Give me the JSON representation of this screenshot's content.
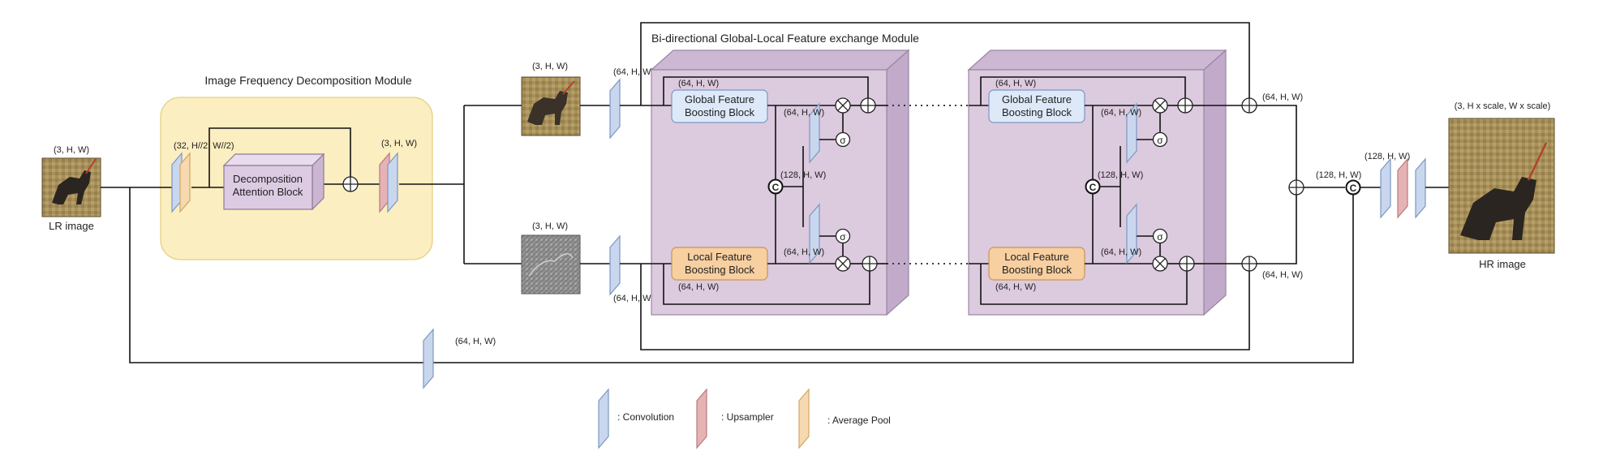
{
  "labels": {
    "lr_dim": "(3, H, W)",
    "lr_caption": "LR image",
    "ifd_title": "Image Frequency Decomposition Module",
    "ifd_dim_in": "(32, H//2, W//2)",
    "ifd_dim_out": "(3, H, W)",
    "dab_line1": "Decomposition",
    "dab_line2": "Attention Block",
    "img_top_dim": "(3, H, W)",
    "img_bottom_dim": "(3, H, W)",
    "conv_top_dim": "(64, H, W)",
    "conv_bottom_dim": "(64, H, W)",
    "bglf_title": "Bi-directional Global-Local Feature exchange Module",
    "gfbb_line1": "Global Feature",
    "gfbb_line2": "Boosting Block",
    "lfbb_line1": "Local Feature",
    "lfbb_line2": "Boosting Block",
    "d64": "(64, H, W)",
    "d128": "(128, H, W)",
    "sigma": "σ",
    "concat": "C",
    "out_top_dim": "(64, H, W)",
    "out_bottom_dim": "(64, H, W)",
    "skip_dim": "(64, H, W)",
    "cat_dim": "(128, H, W)",
    "head_dim": "(128, H, W)",
    "hr_dim": "(3, H x scale, W x scale)",
    "hr_caption": "HR image"
  },
  "legend": {
    "conv": ": Convolution",
    "up": ": Upsampler",
    "pool": ": Average Pool"
  },
  "colors": {
    "conv": "#c9d7ee",
    "upsampler": "#e6b3b5",
    "avgpool": "#f6d9b0",
    "ifd_bg": "#fbeec0",
    "module_bg": "#dcc9df",
    "gfbb_fill": "#dde9f9",
    "lfbb_fill": "#f7cfa0"
  }
}
